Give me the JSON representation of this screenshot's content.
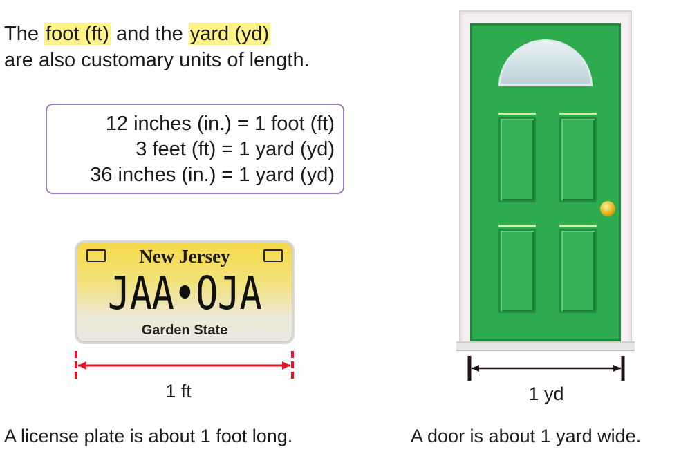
{
  "intro": {
    "text1": "The ",
    "term_foot": "foot (ft)",
    "text2": " and the ",
    "term_yard": "yard (yd)",
    "line2": "are also customary units of length."
  },
  "conversions": [
    "12 inches (in.) = 1 foot (ft)",
    "3 feet (ft) = 1 yard (yd)",
    "36 inches (in.) = 1 yard (yd)"
  ],
  "plate": {
    "state": "New Jersey",
    "number": "JAA•OJA",
    "motto": "Garden State"
  },
  "plate_measure": "1 ft",
  "plate_caption": "A license plate is about 1 foot long.",
  "door_measure": "1 yd",
  "door_caption": "A door is about 1 yard wide.",
  "colors": {
    "highlight": "#fff38a",
    "box_border": "#9b7fc0",
    "plate_arrow": "#e0162b",
    "door_green": "#2eaa4f"
  }
}
